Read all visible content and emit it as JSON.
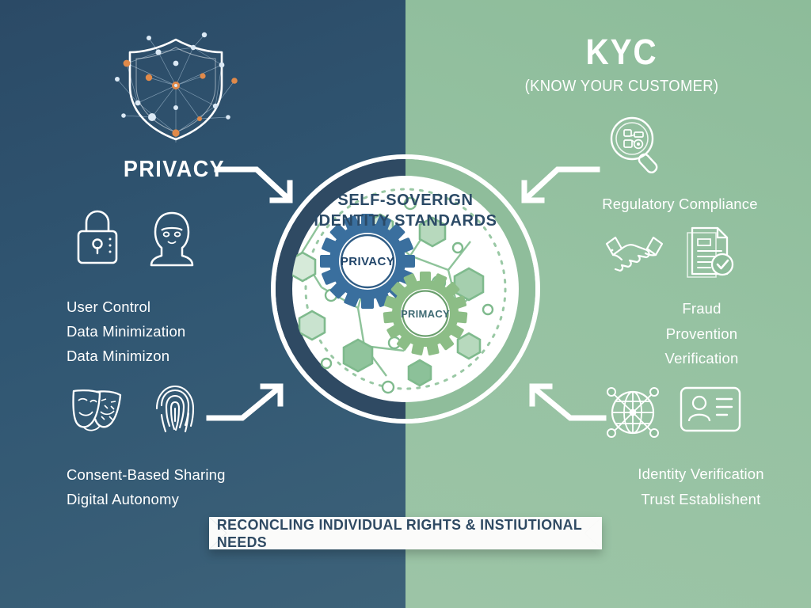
{
  "colors": {
    "left_bg_top": "#2b4a66",
    "left_bg_bottom": "#3d6279",
    "right_bg_top": "#8dbc9a",
    "right_bg_bottom": "#9cc4a6",
    "ring_blue": "#2f4a63",
    "ring_green": "#8fbd9b",
    "white": "#ffffff",
    "gear_blue": "#3a6f9e",
    "gear_green": "#8cbd86",
    "accent_orange": "#e08a4a",
    "node_light_blue": "#b9d4ea",
    "hex_green": "#7fba8d",
    "dotted_green": "#7fba8d",
    "banner_text": "#2f4a63"
  },
  "left_panel": {
    "title": "PRIVACY",
    "logo_icon": "shield-network-icon",
    "icon_row_1": [
      "padlock-icon",
      "person-hooded-icon"
    ],
    "list_1": [
      "User Control",
      "Data Minimization",
      "Data Minimizon"
    ],
    "icon_row_2": [
      "theater-masks-icon",
      "fingerprint-icon"
    ],
    "list_2": [
      "Consent-Based Sharing",
      "Digital Autonomy"
    ],
    "arrow_top": "arrow-down-right-icon",
    "arrow_bottom": "arrow-up-right-icon"
  },
  "right_panel": {
    "title": "KYC",
    "subtitle": "(KNOW YOUR CUSTOMER)",
    "icon_row_1": [
      "magnifier-document-icon"
    ],
    "list_1": [
      "Regulatory Compliance"
    ],
    "icon_row_2": [
      "handshake-icon",
      "document-check-icon"
    ],
    "list_2": [
      "Fraud",
      "Provention",
      "Verification"
    ],
    "icon_row_3": [
      "globe-network-icon",
      "id-card-icon"
    ],
    "list_3": [
      "Identity Verification",
      "Trust Establishent"
    ],
    "arrow_top": "arrow-down-left-icon",
    "arrow_bottom": "arrow-up-left-icon"
  },
  "center": {
    "title_line_1": "SELF-SOVERIGN",
    "title_line_2": "IDENTITY STANDARDS",
    "gear_blue_label": "PRIVACY",
    "gear_green_label": "PRIMACY",
    "graphic": "hexagon-network-gears-icon"
  },
  "banner": {
    "text": "RECONCLING INDIVIDUAL RIGHTS & INSTIUTIONAL NEEDS"
  }
}
